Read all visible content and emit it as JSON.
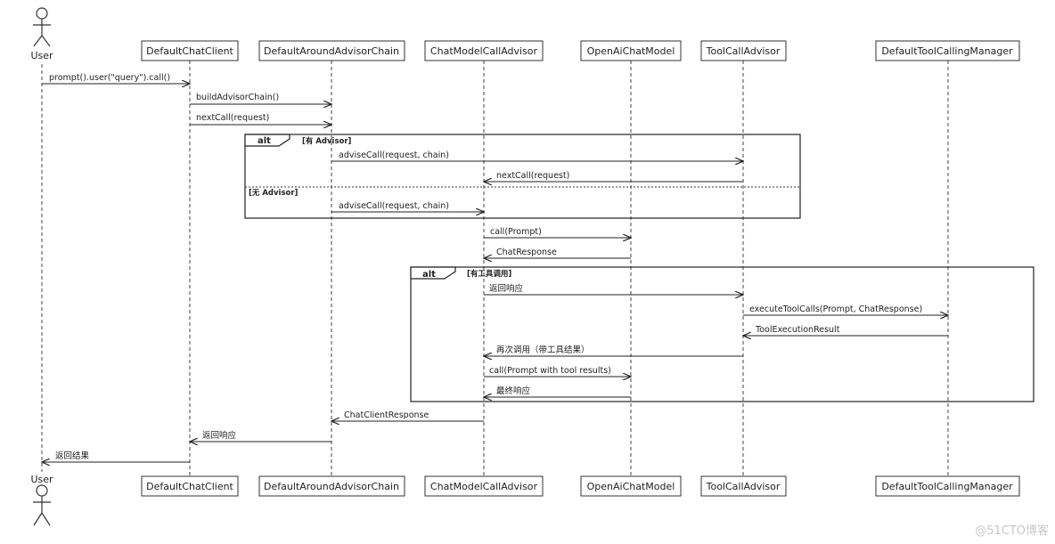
{
  "actor": {
    "label": "User"
  },
  "participants": [
    {
      "label": "DefaultChatClient"
    },
    {
      "label": "DefaultAroundAdvisorChain"
    },
    {
      "label": "ChatModelCallAdvisor"
    },
    {
      "label": "OpenAiChatModel"
    },
    {
      "label": "ToolCallAdvisor"
    },
    {
      "label": "DefaultToolCallingManager"
    }
  ],
  "messages": [
    {
      "from": "User",
      "to": "DefaultChatClient",
      "label": "prompt().user(\"query\").call()",
      "type": "sync"
    },
    {
      "from": "DefaultChatClient",
      "to": "DefaultAroundAdvisorChain",
      "label": "buildAdvisorChain()",
      "type": "sync"
    },
    {
      "from": "DefaultChatClient",
      "to": "DefaultAroundAdvisorChain",
      "label": "nextCall(request)",
      "type": "sync"
    },
    {
      "from": "DefaultAroundAdvisorChain",
      "to": "ToolCallAdvisor",
      "label": "adviseCall(request, chain)",
      "type": "sync"
    },
    {
      "from": "ToolCallAdvisor",
      "to": "ChatModelCallAdvisor",
      "label": "nextCall(request)",
      "type": "sync"
    },
    {
      "from": "DefaultAroundAdvisorChain",
      "to": "ChatModelCallAdvisor",
      "label": "adviseCall(request, chain)",
      "type": "sync"
    },
    {
      "from": "ChatModelCallAdvisor",
      "to": "OpenAiChatModel",
      "label": "call(Prompt)",
      "type": "sync"
    },
    {
      "from": "OpenAiChatModel",
      "to": "ChatModelCallAdvisor",
      "label": "ChatResponse",
      "type": "sync"
    },
    {
      "from": "ChatModelCallAdvisor",
      "to": "ToolCallAdvisor",
      "label": "返回响应",
      "type": "sync"
    },
    {
      "from": "ToolCallAdvisor",
      "to": "DefaultToolCallingManager",
      "label": "executeToolCalls(Prompt, ChatResponse)",
      "type": "sync"
    },
    {
      "from": "DefaultToolCallingManager",
      "to": "ToolCallAdvisor",
      "label": "ToolExecutionResult",
      "type": "sync"
    },
    {
      "from": "ToolCallAdvisor",
      "to": "ChatModelCallAdvisor",
      "label": "再次调用（带工具结果）",
      "type": "sync"
    },
    {
      "from": "ChatModelCallAdvisor",
      "to": "OpenAiChatModel",
      "label": "call(Prompt with tool results)",
      "type": "sync"
    },
    {
      "from": "OpenAiChatModel",
      "to": "ChatModelCallAdvisor",
      "label": "最终响应",
      "type": "sync"
    },
    {
      "from": "ChatModelCallAdvisor",
      "to": "DefaultAroundAdvisorChain",
      "label": "ChatClientResponse",
      "type": "sync"
    },
    {
      "from": "DefaultAroundAdvisorChain",
      "to": "DefaultChatClient",
      "label": "返回响应",
      "type": "sync"
    },
    {
      "from": "DefaultChatClient",
      "to": "User",
      "label": "返回结果",
      "type": "sync"
    }
  ],
  "fragments": [
    {
      "operator": "alt",
      "guards": [
        "[有 Advisor]",
        "[无 Advisor]"
      ]
    },
    {
      "operator": "alt",
      "guards": [
        "[有工具调用]"
      ]
    }
  ],
  "watermark": "@51CTO博客"
}
